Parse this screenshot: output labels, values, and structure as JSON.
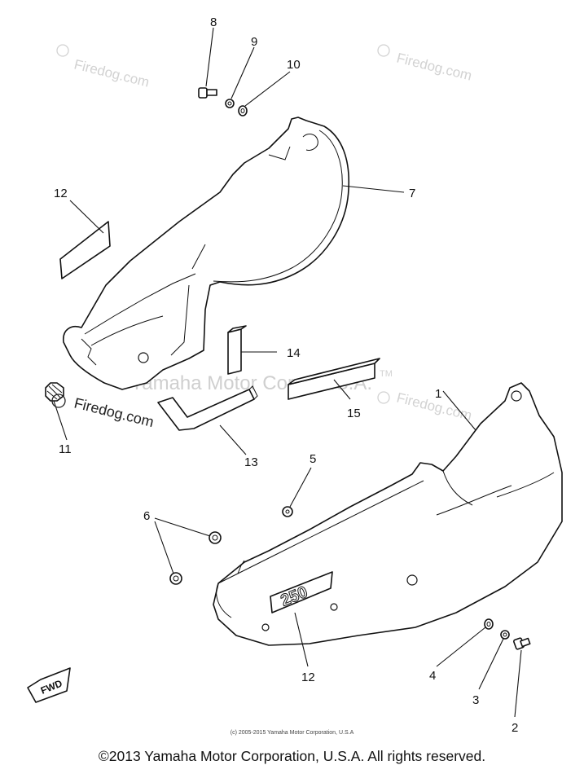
{
  "watermarks": {
    "firedog_text": "Firedog.com",
    "trademark_text": "Yamaha Motor Corp, U.S.A.",
    "tm_mark": "TM"
  },
  "callouts": {
    "p1": "1",
    "p2": "2",
    "p3": "3",
    "p4": "4",
    "p5": "5",
    "p6": "6",
    "p7": "7",
    "p8": "8",
    "p9": "9",
    "p10": "10",
    "p11": "11",
    "p12_top": "12",
    "p12_bottom": "12",
    "p13": "13",
    "p14": "14",
    "p15": "15"
  },
  "emblem_number": "250",
  "fwd_badge": "FWD",
  "footer": {
    "small_copyright": "(c) 2005-2015 Yamaha Motor Corporation, U.S.A",
    "main_copyright": "©2013 Yamaha Motor Corporation, U.S.A. All rights reserved."
  }
}
